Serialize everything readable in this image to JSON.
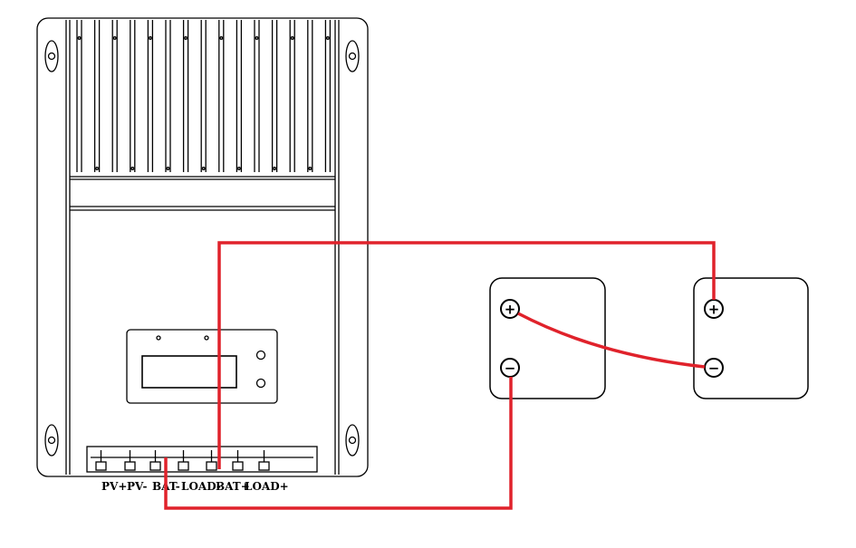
{
  "terminal_labels": {
    "pv_plus": "PV+",
    "pv_minus": "PV-",
    "bat_minus": "BAT-",
    "load_minus": "LOAD-",
    "bat_plus": "BAT+",
    "load_plus": "LOAD+"
  },
  "battery_1": {
    "positive": "+",
    "negative": "−"
  },
  "battery_2": {
    "positive": "+",
    "negative": "−"
  },
  "colors": {
    "wire": "#e0222b",
    "outline": "#000000"
  }
}
